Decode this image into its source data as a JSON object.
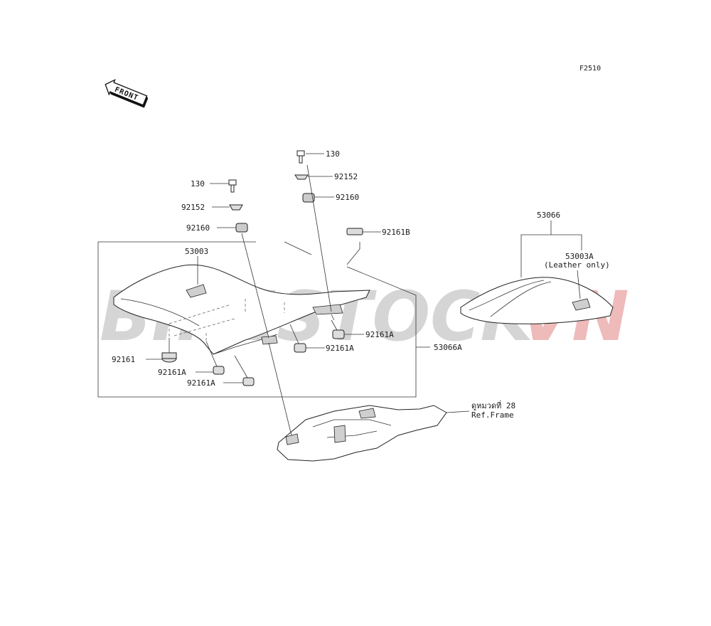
{
  "figure_code": "F2510",
  "front_arrow_label": "FRONT",
  "watermark": {
    "part1": "BIKESTOCK",
    "part2": "VN",
    "color1": "#c8c8c8",
    "color2": "#e9a3a3"
  },
  "labels": {
    "bolt_right": "130",
    "collar_right": "92152",
    "damper_right": "92160",
    "bolt_left": "130",
    "collar_left": "92152",
    "damper_left": "92160",
    "damper_b": "92161B",
    "seat_cover": "53003",
    "damper_a_upper": "92161A",
    "damper_a_mid": "92161A",
    "seat_assy": "53066A",
    "damper_plain": "92161",
    "damper_a_low1": "92161A",
    "damper_a_low2": "92161A",
    "seat_assy_alt": "53066",
    "seat_cover_alt": "53003A",
    "leather_note": "(Leather only)",
    "ref_thai": "ดูหมวดที่ 28",
    "ref_frame": "Ref.Frame"
  }
}
